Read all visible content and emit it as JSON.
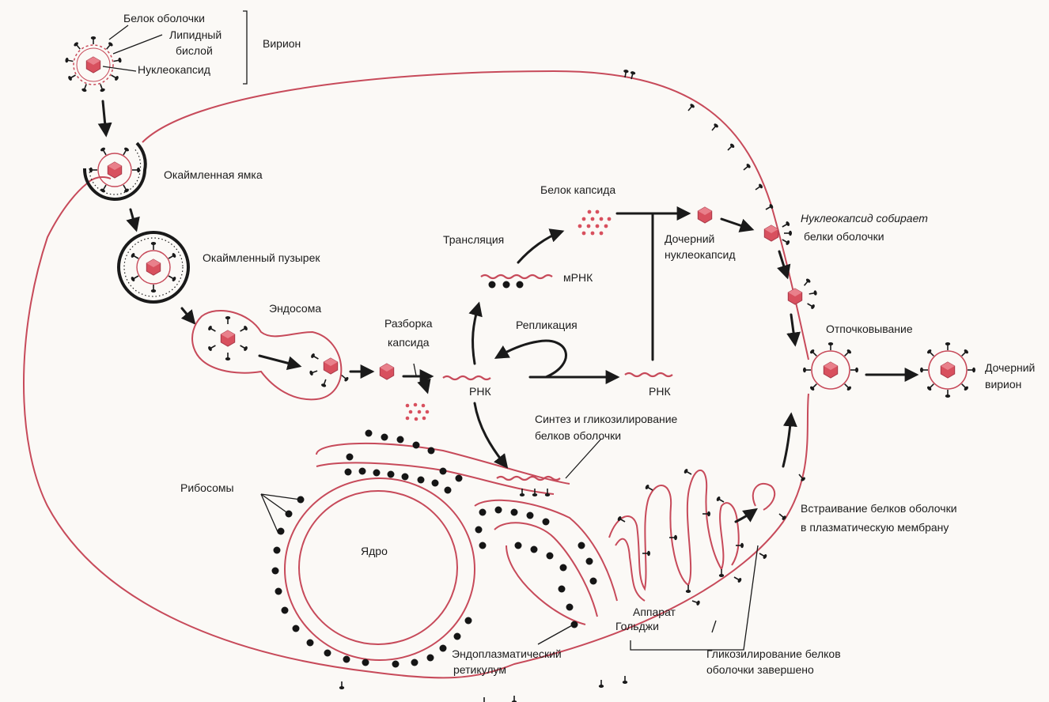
{
  "colors": {
    "membrane": "#c74a5a",
    "capsid": "#d8505e",
    "ink": "#1a1a1a",
    "background": "#fbf9f6"
  },
  "labels": {
    "envelope_protein": "Белок оболочки",
    "lipid_bilayer_1": "Липидный",
    "lipid_bilayer_2": "бислой",
    "nucleocapsid": "Нуклеокапсид",
    "virion": "Вирион",
    "coated_pit": "Окаймленная ямка",
    "coated_vesicle": "Окаймленный пузырек",
    "endosome": "Эндосома",
    "uncoating_1": "Разборка",
    "uncoating_2": "капсида",
    "rna_1": "РНК",
    "rna_2": "РНК",
    "replication": "Репликация",
    "translation": "Трансляция",
    "mrna": "мРНК",
    "capsid_protein": "Белок капсида",
    "daughter_nc_1": "Дочерний",
    "daughter_nc_2": "нуклеокапсид",
    "nc_collects_1": "Нуклеокапсид собирает",
    "nc_collects_2": "белки оболочки",
    "budding": "Отпочковывание",
    "daughter_virion_1": "Дочерний",
    "daughter_virion_2": "вирион",
    "synthesis_1": "Синтез и гликозилирование",
    "synthesis_2": "белков оболочки",
    "ribosomes": "Рибосомы",
    "nucleus": "Ядро",
    "insertion_1": "Встраивание  белков оболочки",
    "insertion_2": "в плазматическую мембрану",
    "golgi_1": "Аппарат",
    "golgi_2": "Гольджи",
    "er_1": "Эндоплазматический",
    "er_2": "ретикулум",
    "glyco_done_1": "Гликозилирование белков",
    "glyco_done_2": "оболочки завершено"
  }
}
